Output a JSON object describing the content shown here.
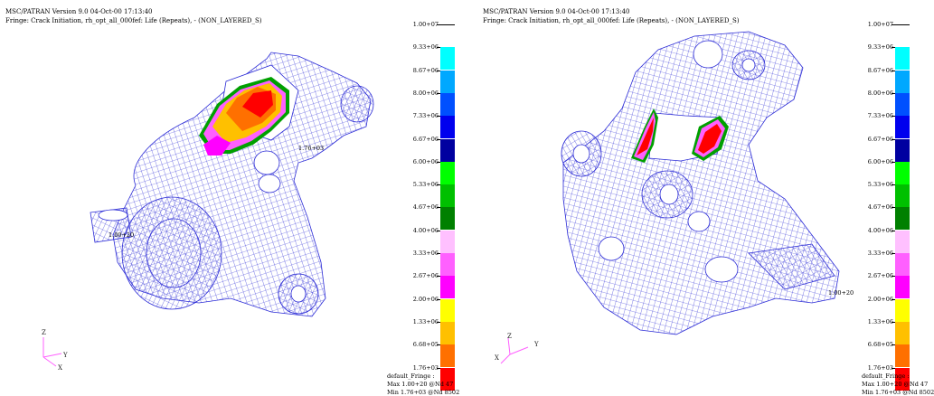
{
  "panels": [
    {
      "title": "MSC/PATRAN Version 9.0 04-Oct-00 17:13:40",
      "subtitle": "Fringe: Crack Initiation, rh_opt_all_000fef: Life (Repeats), - (NON_LAYERED_S)",
      "legend_values": [
        "1.00+07",
        "9.33+06",
        "8.67+06",
        "8.00+06",
        "7.33+06",
        "6.67+06",
        "6.00+06",
        "5.33+06",
        "4.67+06",
        "4.00+06",
        "3.33+06",
        "2.67+06",
        "2.00+06",
        "1.33+06",
        "6.68+05",
        "1.76+03"
      ],
      "footer": [
        "default_Fringe :",
        "Max 1.00+20 @Nd 47",
        "Min 1.76+03 @Nd 8502"
      ],
      "node_labels": [
        "1.76+03",
        "1.00+20"
      ],
      "axes": {
        "z": "Z",
        "y": "Y",
        "x": "X"
      }
    },
    {
      "title": "MSC/PATRAN Version 9.0 04-Oct-00 17:13:40",
      "subtitle": "Fringe: Crack Initiation, rh_opt_all_000fef: Life (Repeats), - (NON_LAYERED_S)",
      "legend_values": [
        "1.00+07",
        "9.33+06",
        "8.67+06",
        "8.00+06",
        "7.33+06",
        "6.67+06",
        "6.00+06",
        "5.33+06",
        "4.67+06",
        "4.00+06",
        "3.33+06",
        "2.67+06",
        "2.00+06",
        "1.33+06",
        "6.68+05",
        "1.76+03"
      ],
      "footer": [
        "default_Fringe :",
        "Max 1.00+20 @Nd 47",
        "Min 1.76+03 @Nd 8502"
      ],
      "node_labels": [
        "1.00+20"
      ],
      "axes": {
        "z": "Z",
        "y": "Y",
        "x": "X"
      }
    }
  ],
  "legend_colors": [
    "#ffffff",
    "#00ffff",
    "#00a8ff",
    "#0050ff",
    "#0000ee",
    "#0000a0",
    "#00ff00",
    "#00c000",
    "#008000",
    "#ffc0ff",
    "#ff60ff",
    "#ff00ff",
    "#ffff00",
    "#ffc000",
    "#ff7000",
    "#ff0000"
  ],
  "mesh_color": "#2b2bd6"
}
